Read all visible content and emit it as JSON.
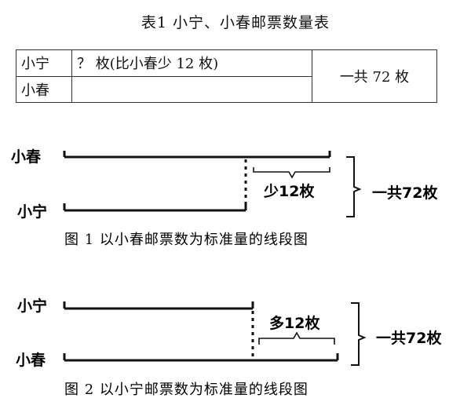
{
  "table_title": "表1  小宁、小春邮票数量表",
  "table": {
    "rows": [
      {
        "name": "小宁",
        "desc": "？ 枚(比小春少 12 枚)"
      },
      {
        "name": "小春",
        "desc": ""
      }
    ],
    "total": "一共 72 枚"
  },
  "diagram1": {
    "top_label": "小春",
    "bottom_label": "小宁",
    "diff_label": "少12枚",
    "total_label": "一共72枚",
    "caption": "图 1  以小春邮票数为标准量的线段图"
  },
  "diagram2": {
    "top_label": "小宁",
    "bottom_label": "小春",
    "diff_label": "多12枚",
    "total_label": "一共72枚",
    "caption": "图 2  以小宁邮票数为标准量的线段图"
  }
}
